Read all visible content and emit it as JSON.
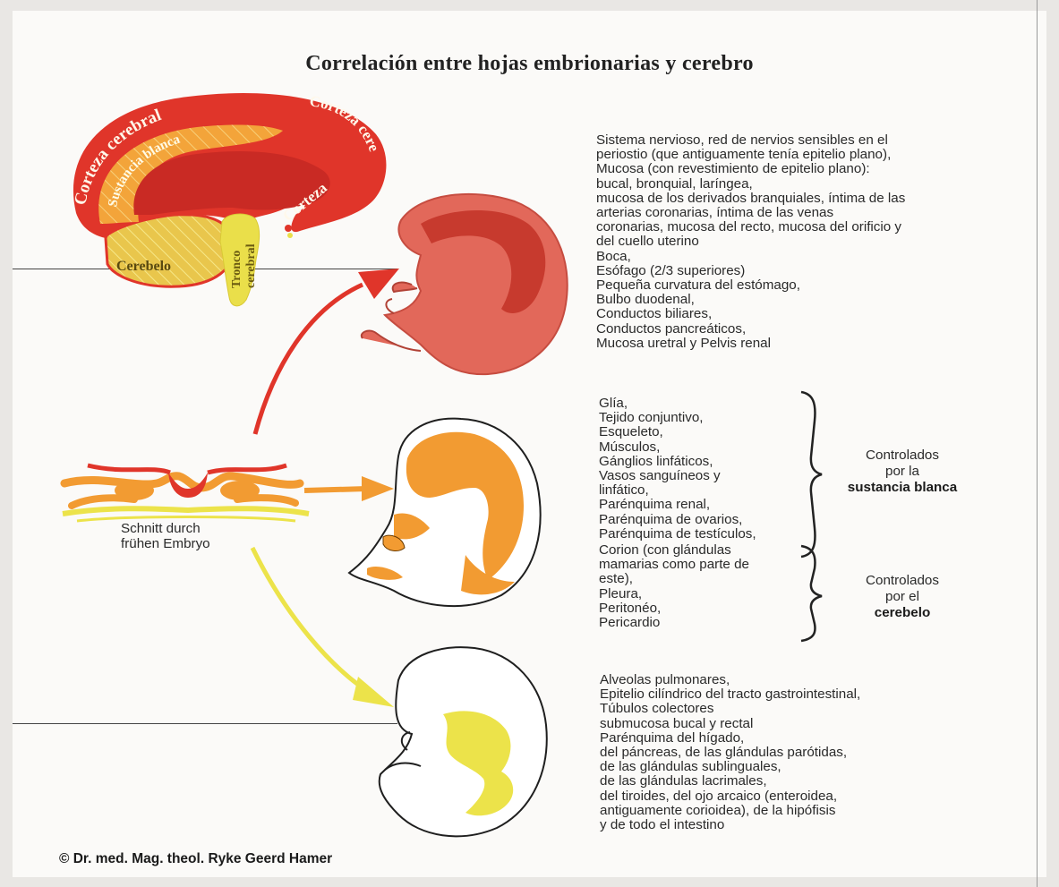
{
  "title": "Correlación entre hojas embrionarias y cerebro",
  "brain_labels": {
    "cortex_left": "Corteza cerebral",
    "cortex_right_top": "Corteza cerebral",
    "cortex_right": "Corteza",
    "white_matter": "Sustancia blanca",
    "cerebellum": "Cerebelo",
    "brainstem_line1": "Tronco",
    "brainstem_line2": "cerebral"
  },
  "section_label": [
    "Schnitt durch",
    "frühen Embryo"
  ],
  "endoderm_list": [
    "Sistema nervioso, red de nervios sensibles en el",
    "periostio (que antiguamente tenía epitelio plano),",
    "Mucosa (con revestimiento de epitelio plano):",
    "bucal, bronquial, laríngea,",
    "mucosa de los derivados branquiales, íntima de las",
    "arterias coronarias, íntima de las venas",
    "coronarias, mucosa del recto, mucosa del orificio y",
    "del cuello uterino",
    "Boca,",
    "Esófago (2/3 superiores)",
    "Pequeña curvatura del estómago,",
    "Bulbo duodenal,",
    "Conductos biliares,",
    "Conductos pancreáticos,",
    "Mucosa uretral y Pelvis renal"
  ],
  "mesoderm_white_list": [
    "Glía,",
    "Tejido conjuntivo,",
    "Esqueleto,",
    "Músculos,",
    "Gánglios linfáticos,",
    "Vasos sanguíneos y",
    "linfático,",
    "Parénquima renal,",
    "Parénquima de ovarios,",
    "Parénquima de testículos,"
  ],
  "mesoderm_cerebellum_list": [
    "Corion (con glándulas",
    "mamarias como parte de",
    "este),",
    "Pleura,",
    "Peritonéo,",
    "Pericardio"
  ],
  "controlled_white": {
    "line1": "Controlados",
    "line2": "por la",
    "line3": "sustancia blanca"
  },
  "controlled_cerebellum": {
    "line1": "Controlados",
    "line2": "por el",
    "line3": "cerebelo"
  },
  "endoderm_inner_list": [
    "Alveolas pulmonares,",
    "Epitelio cilíndrico del tracto gastrointestinal,",
    "Túbulos colectores",
    "submucosa bucal y rectal",
    "Parénquima del hígado,",
    "del páncreas, de las glándulas parótidas,",
    "de las glándulas sublinguales,",
    "de las glándulas lacrimales,",
    "del tiroides, del ojo arcaico (enteroidea,",
    "antiguamente corioidea), de la hipófisis",
    "y de todo el intestino"
  ],
  "copyright": "© Dr. med. Mag. theol. Ryke Geerd Hamer",
  "colors": {
    "red": "#e0352a",
    "dark_red": "#b42222",
    "orange": "#f29b32",
    "yellow": "#ece34a",
    "embryo_red": "#e2685a"
  }
}
